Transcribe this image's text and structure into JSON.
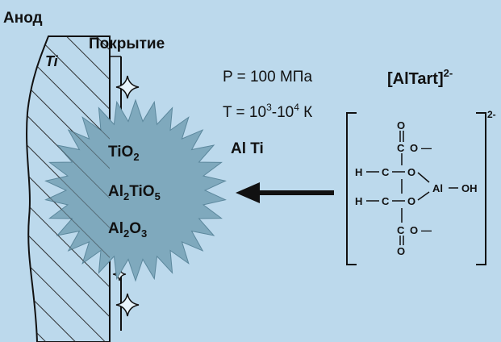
{
  "labels": {
    "anode": "Анод",
    "ti": "Ti",
    "coating": "Покрытие"
  },
  "conditions": {
    "pressure": "P = 100 МПа",
    "temperature_base": "T = 10",
    "temperature_exp1": "3",
    "temperature_mid": "-10",
    "temperature_exp2": "4",
    "temperature_unit": " К",
    "elements": "Al  Ti"
  },
  "complex": {
    "title_base": "[AlTart]",
    "title_charge": "2-",
    "bracket_charge": "2-",
    "atoms": {
      "o_top": "O",
      "c1": "C",
      "o1": "O",
      "dash1": "—",
      "h1": "H",
      "c2": "C",
      "o2": "O",
      "al": "Al",
      "oh": "OH",
      "h2": "H",
      "c3": "C",
      "o3": "O",
      "c4": "C",
      "o4": "O",
      "dash4": "—",
      "o_bottom": "O"
    }
  },
  "products": {
    "tio2_base": "TiO",
    "tio2_sub": "2",
    "al2tio5_a": "Al",
    "al2tio5_sub1": "2",
    "al2tio5_b": "TiO",
    "al2tio5_sub2": "5",
    "al2o3_a": "Al",
    "al2o3_sub1": "2",
    "al2o3_b": "O",
    "al2o3_sub2": "3"
  },
  "colors": {
    "background": "#bcd9ec",
    "burst": "#7fa9bd",
    "ink": "#111111",
    "hatch": "#222222"
  }
}
